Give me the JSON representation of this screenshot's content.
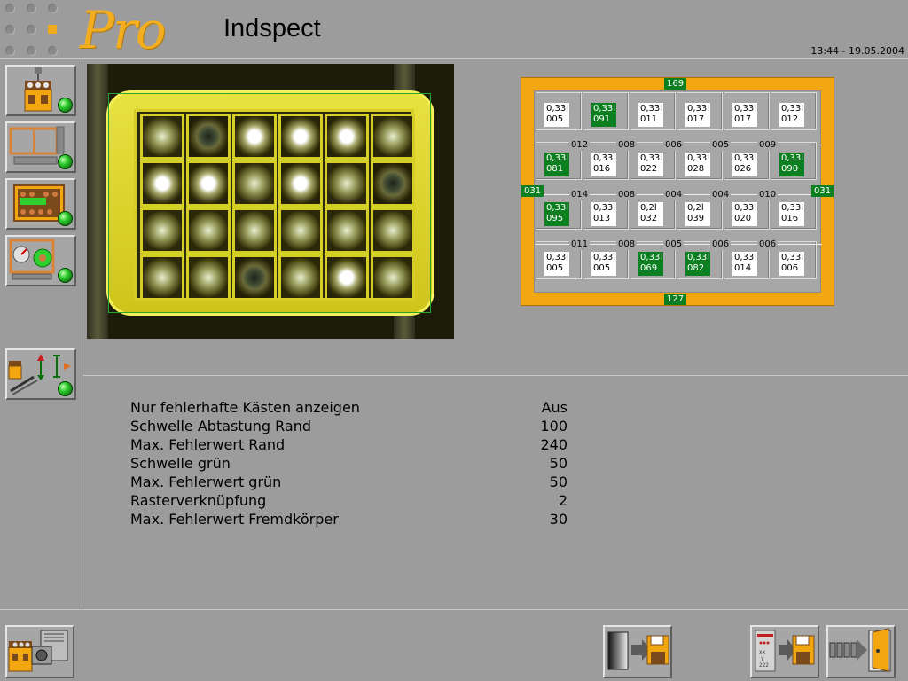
{
  "header": {
    "logo_text": "Pro",
    "title": "Indspect",
    "datetime": "13:44 - 19.05.2004"
  },
  "sidebar": {
    "items": [
      {
        "icon": "crate-inspection-icon",
        "status": "green"
      },
      {
        "icon": "crate-frame-icon",
        "status": "green"
      },
      {
        "icon": "crate-grid-icon",
        "status": "green"
      },
      {
        "icon": "camera-adjust-icon",
        "status": "green"
      },
      {
        "icon": "conveyor-height-icon",
        "status": "green"
      }
    ]
  },
  "inspection_grid": {
    "top_count": "169",
    "bottom_count": "127",
    "left_edge": "031",
    "right_edge": "031",
    "rows": [
      [
        {
          "size": "0,33l",
          "code": "005",
          "bad": false
        },
        {
          "size": "0,33l",
          "code": "091",
          "bad": true
        },
        {
          "size": "0,33l",
          "code": "011",
          "bad": false
        },
        {
          "size": "0,33l",
          "code": "017",
          "bad": false
        },
        {
          "size": "0,33l",
          "code": "017",
          "bad": false
        },
        {
          "size": "0,33l",
          "code": "012",
          "bad": false
        }
      ],
      [
        {
          "size": "0,33l",
          "code": "081",
          "bad": true
        },
        {
          "size": "0,33l",
          "code": "016",
          "bad": false
        },
        {
          "size": "0,33l",
          "code": "022",
          "bad": false
        },
        {
          "size": "0,33l",
          "code": "028",
          "bad": false
        },
        {
          "size": "0,33l",
          "code": "026",
          "bad": false
        },
        {
          "size": "0,33l",
          "code": "090",
          "bad": true
        }
      ],
      [
        {
          "size": "0,33l",
          "code": "095",
          "bad": true
        },
        {
          "size": "0,33l",
          "code": "013",
          "bad": false
        },
        {
          "size": "0,2l",
          "code": "032",
          "bad": false
        },
        {
          "size": "0,2l",
          "code": "039",
          "bad": false
        },
        {
          "size": "0,33l",
          "code": "020",
          "bad": false
        },
        {
          "size": "0,33l",
          "code": "016",
          "bad": false
        }
      ],
      [
        {
          "size": "0,33l",
          "code": "005",
          "bad": false
        },
        {
          "size": "0,33l",
          "code": "005",
          "bad": false
        },
        {
          "size": "0,33l",
          "code": "069",
          "bad": true
        },
        {
          "size": "0,33l",
          "code": "082",
          "bad": true
        },
        {
          "size": "0,33l",
          "code": "014",
          "bad": false
        },
        {
          "size": "0,33l",
          "code": "006",
          "bad": false
        }
      ]
    ],
    "separators": [
      [
        "012",
        "008",
        "006",
        "005",
        "009"
      ],
      [
        "014",
        "008",
        "004",
        "004",
        "010"
      ],
      [
        "011",
        "008",
        "005",
        "006",
        "006"
      ]
    ]
  },
  "parameters": [
    {
      "name": "Nur fehlerhafte Kästen anzeigen",
      "value": "Aus"
    },
    {
      "name": "Schwelle Abtastung Rand",
      "value": "100"
    },
    {
      "name": "Max. Fehlerwert Rand",
      "value": "240"
    },
    {
      "name": "Schwelle grün",
      "value": "50"
    },
    {
      "name": "Max. Fehlerwert grün",
      "value": "50"
    },
    {
      "name": "Rasterverknüpfung",
      "value": "2"
    },
    {
      "name": "Max. Fehlerwert Fremdkörper",
      "value": "30"
    }
  ],
  "bottombar": {
    "buttons": [
      {
        "icon": "crate-camera-icon"
      },
      {
        "icon": "save-image-icon"
      },
      {
        "icon": "save-settings-icon"
      },
      {
        "icon": "exit-door-icon"
      }
    ]
  },
  "colors": {
    "accent_orange": "#f2a60f",
    "status_green": "#0c7f20",
    "background": "#9c9c9c"
  }
}
